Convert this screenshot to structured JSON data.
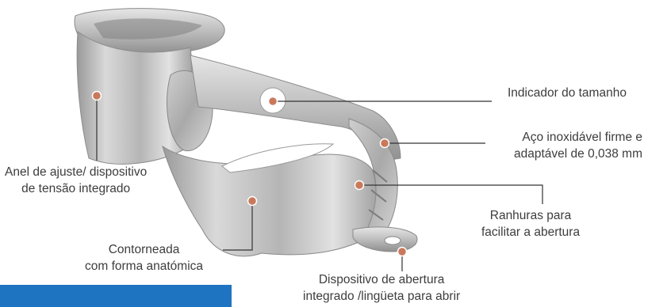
{
  "labels": {
    "size_indicator": "Indicador do tamanho",
    "steel_line1": "Aço inoxidável firme e",
    "steel_line2": "adaptável de 0,038 mm",
    "ring_line1": "Anel de ajuste/ dispositivo",
    "ring_line2": "de tensão integrado",
    "grooves_line1": "Ranhuras para",
    "grooves_line2": "facilitar a abertura",
    "contoured_line1": "Contorneada",
    "contoured_line2": "com forma anatómica",
    "opening_line1": "Dispositivo de abertura",
    "opening_line2": "integrado /lingüeta para abrir"
  },
  "colors": {
    "accent_blue": "#1f74c2",
    "marker_fill": "#c9795b",
    "leader_line": "#333333",
    "metal_light": "#dcdcdc",
    "metal_dark": "#8e8e8e"
  }
}
